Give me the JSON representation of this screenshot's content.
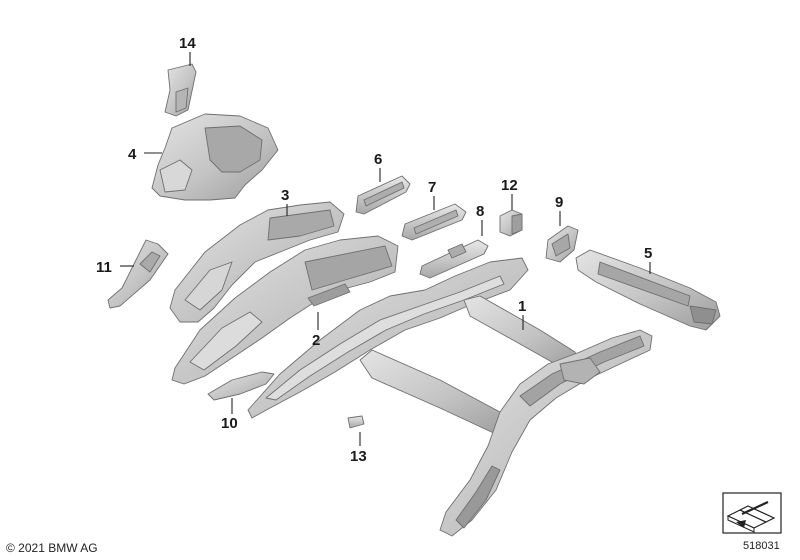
{
  "diagram": {
    "callouts": [
      "1",
      "2",
      "3",
      "4",
      "5",
      "6",
      "7",
      "8",
      "9",
      "10",
      "11",
      "12",
      "13",
      "14"
    ],
    "copyright": "© 2021 BMW AG",
    "drawing_number": "518031"
  },
  "colors": {
    "part_fill": "#c9c9c9",
    "part_light": "#e2e2e2",
    "part_dark": "#9a9a9a",
    "outline": "#6f6f6f"
  }
}
